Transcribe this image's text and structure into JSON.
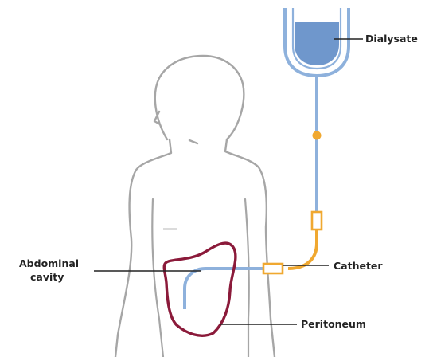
{
  "labels": {
    "dialysate": "Dialysate",
    "catheter": "Catheter",
    "abdominal_line1": "Abdominal",
    "abdominal_line2": "cavity",
    "peritoneum": "Peritoneum"
  },
  "colors": {
    "body_outline": "#a6a6a6",
    "tube": "#8eb1dc",
    "tube_dark": "#6f97cc",
    "dialysate_fill": "#6f97cc",
    "catheter": "#f0a830",
    "peritoneum": "#8b1a3a",
    "leader_line": "#222222",
    "text": "#222222"
  }
}
